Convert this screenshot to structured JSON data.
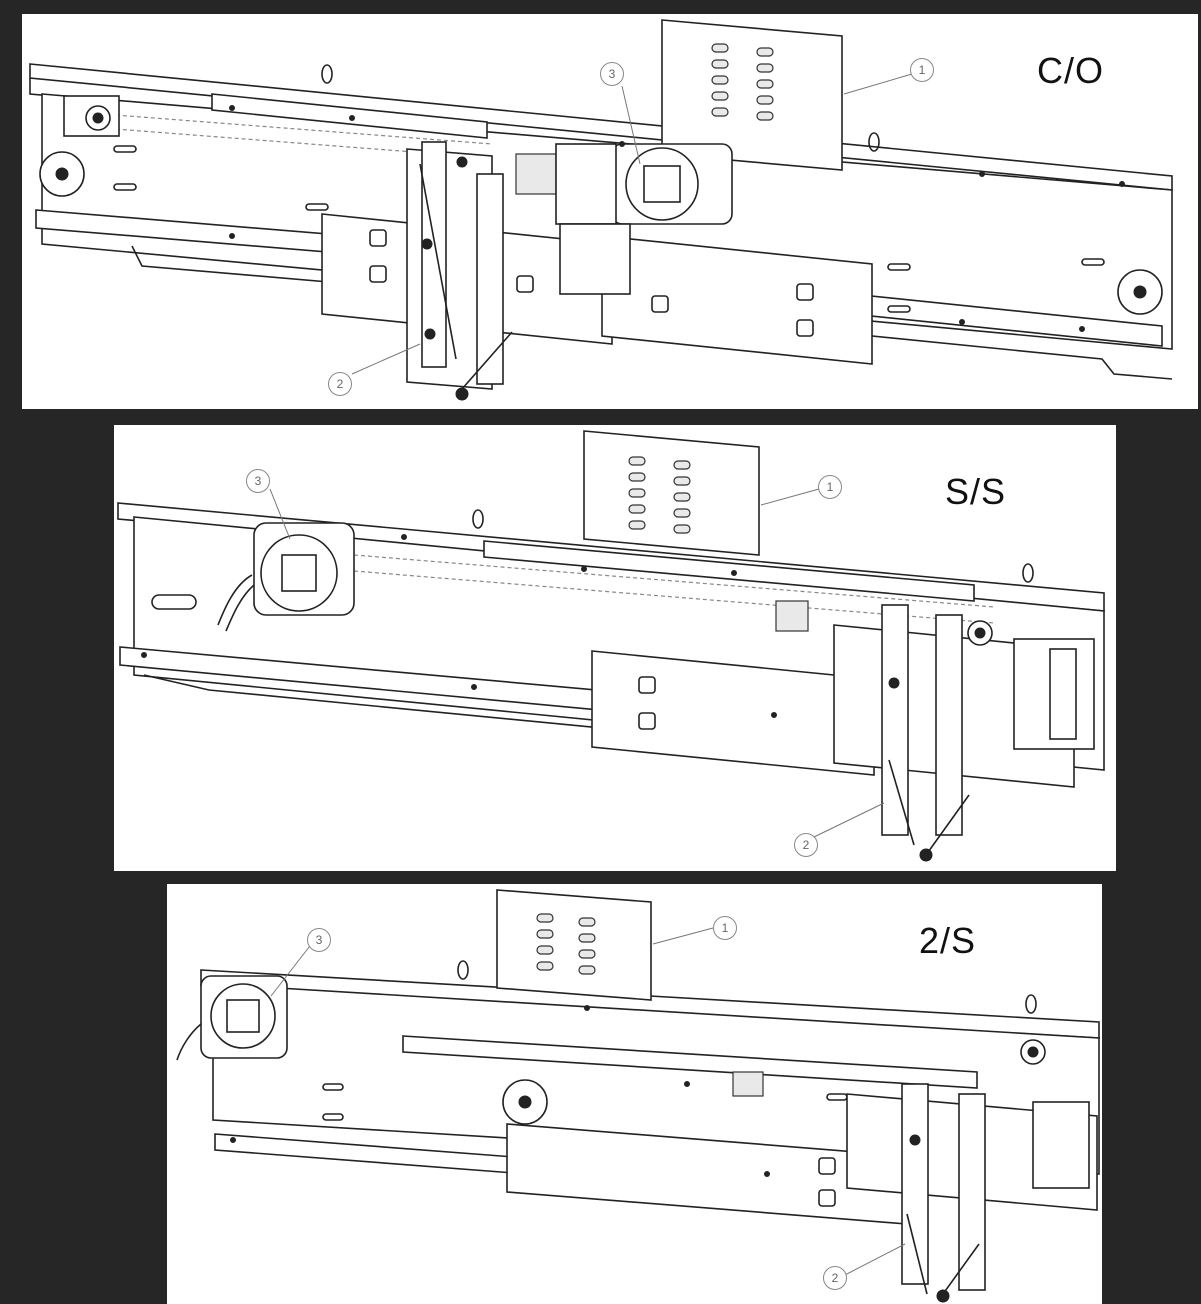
{
  "panels": [
    {
      "key": "co",
      "title": "C/O",
      "callouts": [
        "1",
        "2",
        "3"
      ]
    },
    {
      "key": "ss",
      "title": "S/S",
      "callouts": [
        "1",
        "2",
        "3"
      ]
    },
    {
      "key": "2s",
      "title": "2/S",
      "callouts": [
        "1",
        "2",
        "3"
      ]
    }
  ]
}
